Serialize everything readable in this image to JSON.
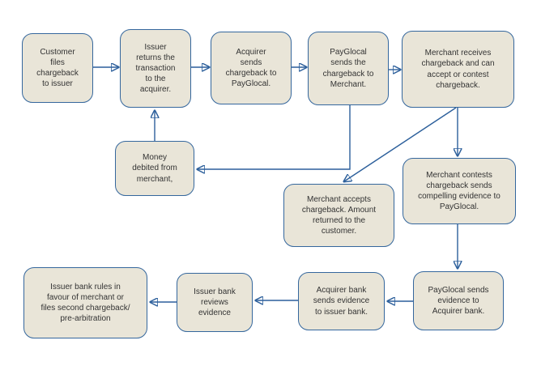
{
  "colors": {
    "box_fill": "#e9e5d8",
    "box_border": "#35679d",
    "connector": "#2c5f9b",
    "text": "#333333",
    "background": "#ffffff"
  },
  "diagram": {
    "type": "flowchart",
    "nodes": [
      {
        "id": "customer-files",
        "label": "Customer\nfiles\nchargeback\nto issuer"
      },
      {
        "id": "issuer-returns",
        "label": "Issuer\nreturns the\ntransaction\nto the\nacquirer."
      },
      {
        "id": "acquirer-sends-chargeback",
        "label": "Acquirer\nsends\nchargeback to\nPayGlocal."
      },
      {
        "id": "payglocal-sends-chargeback",
        "label": "PayGlocal\nsends the\nchargeback to\nMerchant."
      },
      {
        "id": "merchant-receives",
        "label": "Merchant receives\nchargeback and can\naccept or contest\nchargeback."
      },
      {
        "id": "money-debited",
        "label": "Money\ndebited from\nmerchant,"
      },
      {
        "id": "merchant-accepts",
        "label": "Merchant accepts\nchargeback. Amount\nreturned to the\ncustomer."
      },
      {
        "id": "merchant-contests",
        "label": "Merchant contests\nchargeback sends\ncompelling evidence to\nPayGlocal."
      },
      {
        "id": "issuer-bank-rules",
        "label": "Issuer bank rules in\nfavour of merchant or\nfiles second chargeback/\npre-arbitration"
      },
      {
        "id": "issuer-bank-reviews",
        "label": "Issuer bank\nreviews\nevidence"
      },
      {
        "id": "acquirer-bank-sends-evidence",
        "label": "Acquirer bank\nsends evidence\nto issuer bank."
      },
      {
        "id": "payglocal-sends-evidence",
        "label": "PayGlocal sends\nevidence to\nAcquirer bank."
      }
    ],
    "edges": [
      {
        "from": "customer-files",
        "to": "issuer-returns"
      },
      {
        "from": "issuer-returns",
        "to": "acquirer-sends-chargeback"
      },
      {
        "from": "acquirer-sends-chargeback",
        "to": "payglocal-sends-chargeback"
      },
      {
        "from": "payglocal-sends-chargeback",
        "to": "merchant-receives"
      },
      {
        "from": "money-debited",
        "to": "issuer-returns"
      },
      {
        "from": "payglocal-sends-chargeback",
        "to": "money-debited"
      },
      {
        "from": "merchant-receives",
        "to": "merchant-accepts"
      },
      {
        "from": "merchant-receives",
        "to": "merchant-contests"
      },
      {
        "from": "merchant-contests",
        "to": "payglocal-sends-evidence"
      },
      {
        "from": "payglocal-sends-evidence",
        "to": "acquirer-bank-sends-evidence"
      },
      {
        "from": "acquirer-bank-sends-evidence",
        "to": "issuer-bank-reviews"
      },
      {
        "from": "issuer-bank-reviews",
        "to": "issuer-bank-rules"
      }
    ]
  }
}
